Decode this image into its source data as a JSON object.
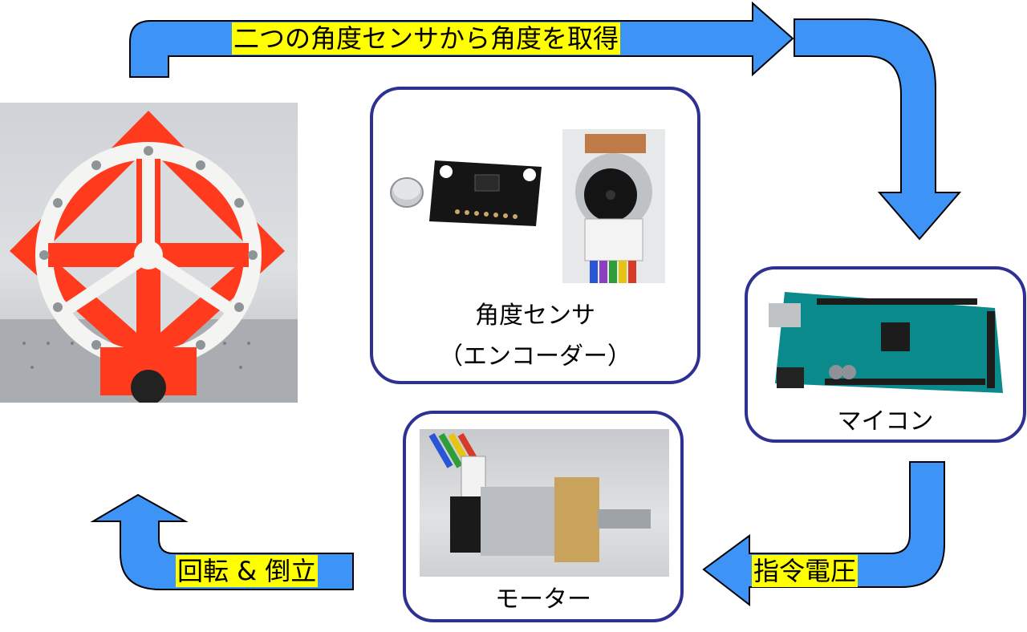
{
  "labels": {
    "top": "二つの角度センサから角度を取得",
    "command_voltage": "指令電圧",
    "rotate_balance": "回転 & 倒立"
  },
  "boxes": {
    "angle_sensor": {
      "title": "角度センサ",
      "subtitle": "（エンコーダー）"
    },
    "microcontroller": {
      "title": "マイコン"
    },
    "motor": {
      "title": "モーター"
    }
  },
  "icons": {
    "pendulum_photo": "inverted-pendulum-photo",
    "sensor_photo": "magnetic-angle-sensor-photo",
    "encoder_photo": "rotary-encoder-photo",
    "mcu_photo": "arduino-mega-photo",
    "motor_photo": "geared-motor-photo"
  },
  "colors": {
    "arrow_fill": "#3d94f6",
    "arrow_stroke": "#000000",
    "box_border": "#2e3192",
    "highlight": "#ffff00",
    "pendulum_red": "#ff3a1d"
  }
}
